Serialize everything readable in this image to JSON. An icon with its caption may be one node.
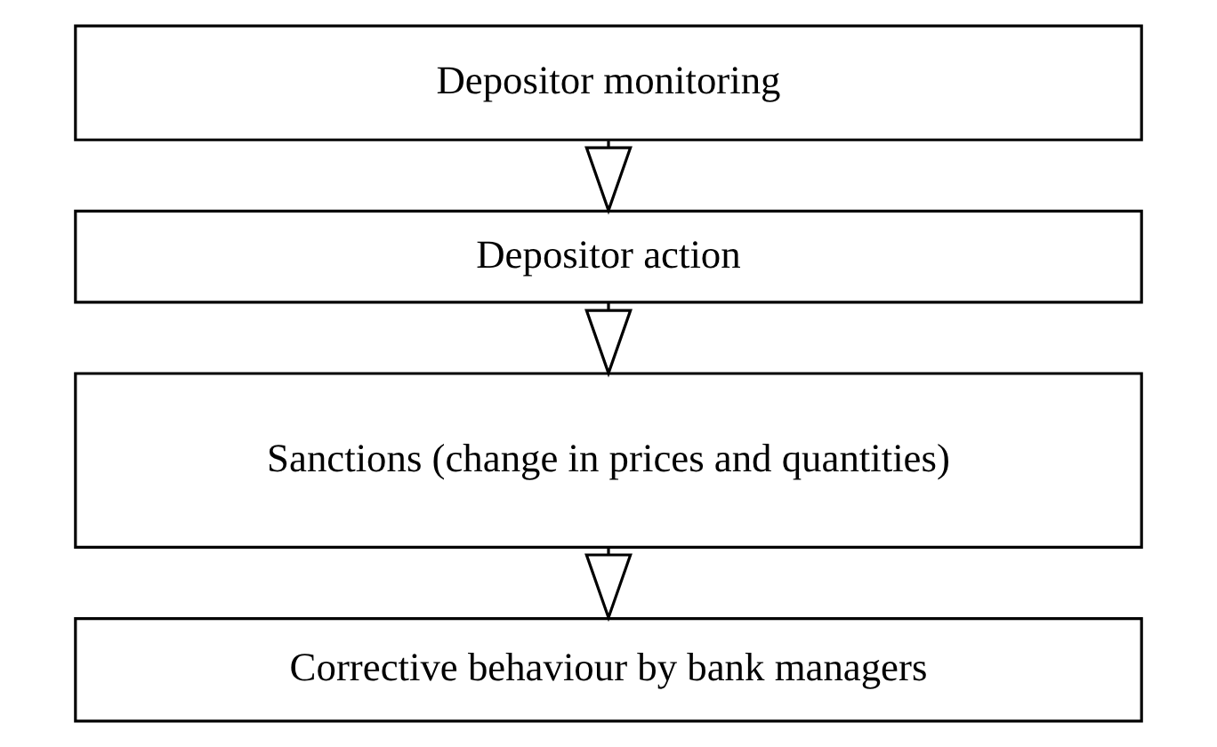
{
  "diagram": {
    "nodes": [
      {
        "text": [
          "Depositor monitoring"
        ]
      },
      {
        "text": [
          "Depositor action"
        ]
      },
      {
        "text": [
          "Sanctions (change in prices and quantities)"
        ]
      },
      {
        "text": [
          "Corrective behaviour by bank managers"
        ]
      }
    ],
    "edges": [
      {
        "from": 0,
        "to": 1,
        "arrow": "to"
      },
      {
        "from": 1,
        "to": 2,
        "arrow": "to"
      },
      {
        "from": 2,
        "to": 3,
        "arrow": "to"
      }
    ]
  }
}
